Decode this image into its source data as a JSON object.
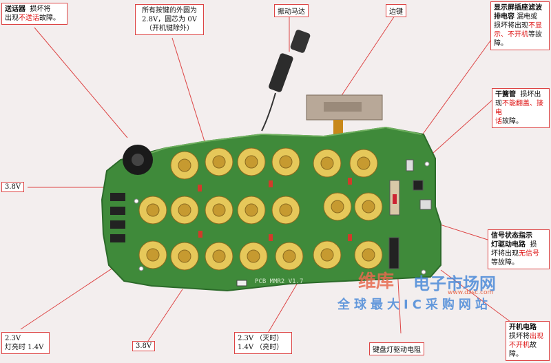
{
  "callouts": {
    "earpiece": {
      "title": "送话器",
      "desc1": "损坏将",
      "desc2": "出现",
      "fault": "不送话",
      "desc3": "故障。"
    },
    "keypad_voltage": {
      "line1": "所有按键的外圆为",
      "line2": "2.8V，圆芯为 0V",
      "line3": "（开机键除外）"
    },
    "vibrator": {
      "title": "振动马达"
    },
    "side_key": {
      "title": "边键"
    },
    "display_filter": {
      "title1": "显示屏插座滤波",
      "title2": "排电容",
      "desc1": "漏电或",
      "desc2": "损坏将出现",
      "fault1": "不显",
      "fault2": "示、不开机",
      "desc3": "等故障。"
    },
    "reed": {
      "title": "干簧管",
      "desc1": "损坏出",
      "desc2": "现",
      "fault1": "不能翻盖、接电",
      "fault2": "话",
      "desc3": "故障。"
    },
    "signal_led": {
      "title1": "信号状态指示",
      "title2": "灯驱动电路",
      "desc1": "损",
      "desc2": "坏将出现",
      "fault": "无信号",
      "desc3": "等故障。"
    },
    "power_circuit": {
      "title": "开机电路",
      "desc1": "损坏将",
      "fault1": "出现",
      "fault2": "不开机",
      "desc2": "故障。"
    },
    "left_38": {
      "label": "3.8V"
    },
    "bottom_left": {
      "line1": "2.3V",
      "line2": "灯亮时 1.4V"
    },
    "bottom_38": {
      "label": "3.8V"
    },
    "bottom_mid": {
      "line1": "2.3V （灭时）",
      "line2": "1.4V （亮时）"
    },
    "keypad_led": {
      "label": "键盘灯驱动电阻"
    }
  },
  "board": {
    "silk": "PCB MMR2 V1.7"
  },
  "watermark": {
    "cn": "维库",
    "site": "电子市场网",
    "url": "www.dzsc.com",
    "slogan": "全球最大IC采购网站"
  }
}
